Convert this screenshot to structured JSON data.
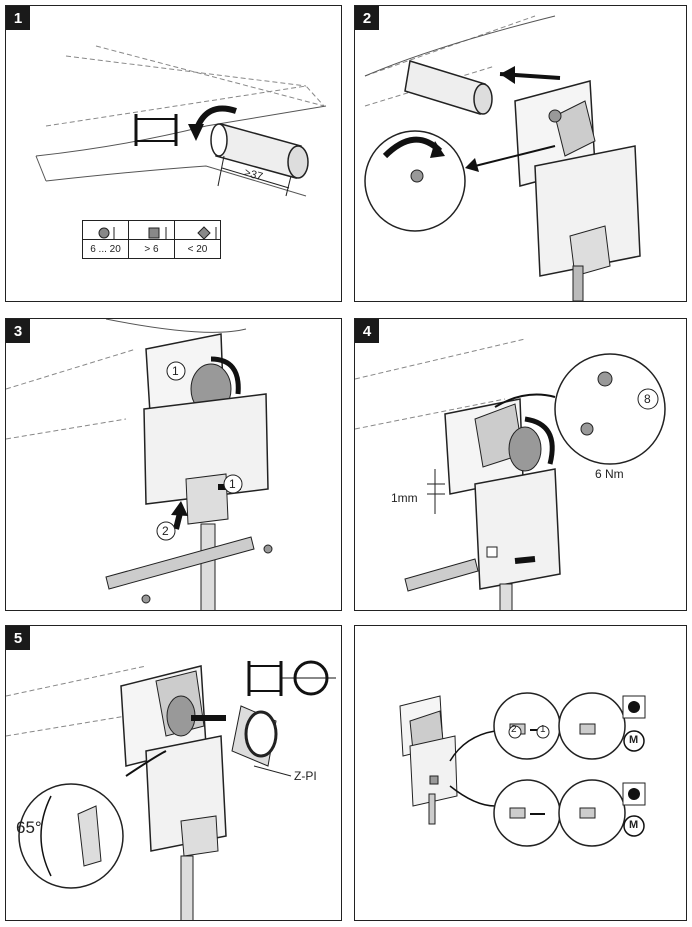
{
  "panels": [
    {
      "number": "1"
    },
    {
      "number": "2"
    },
    {
      "number": "3"
    },
    {
      "number": "4"
    },
    {
      "number": "5"
    },
    {
      "number": ""
    }
  ],
  "step1": {
    "dimension": ">37",
    "table_values": [
      "6 ... 20",
      "> 6",
      "< 20"
    ]
  },
  "step3": {
    "callout_1a": "1",
    "callout_1b": "1",
    "callout_2": "2"
  },
  "step4": {
    "gap": "1mm",
    "torque": "6 Nm",
    "wrench_size": "8"
  },
  "step5": {
    "angle": "65°",
    "part_label": "Z-PI"
  },
  "step6": {
    "callout_2": "2",
    "callout_1": "1",
    "mode_symbol": "M"
  }
}
